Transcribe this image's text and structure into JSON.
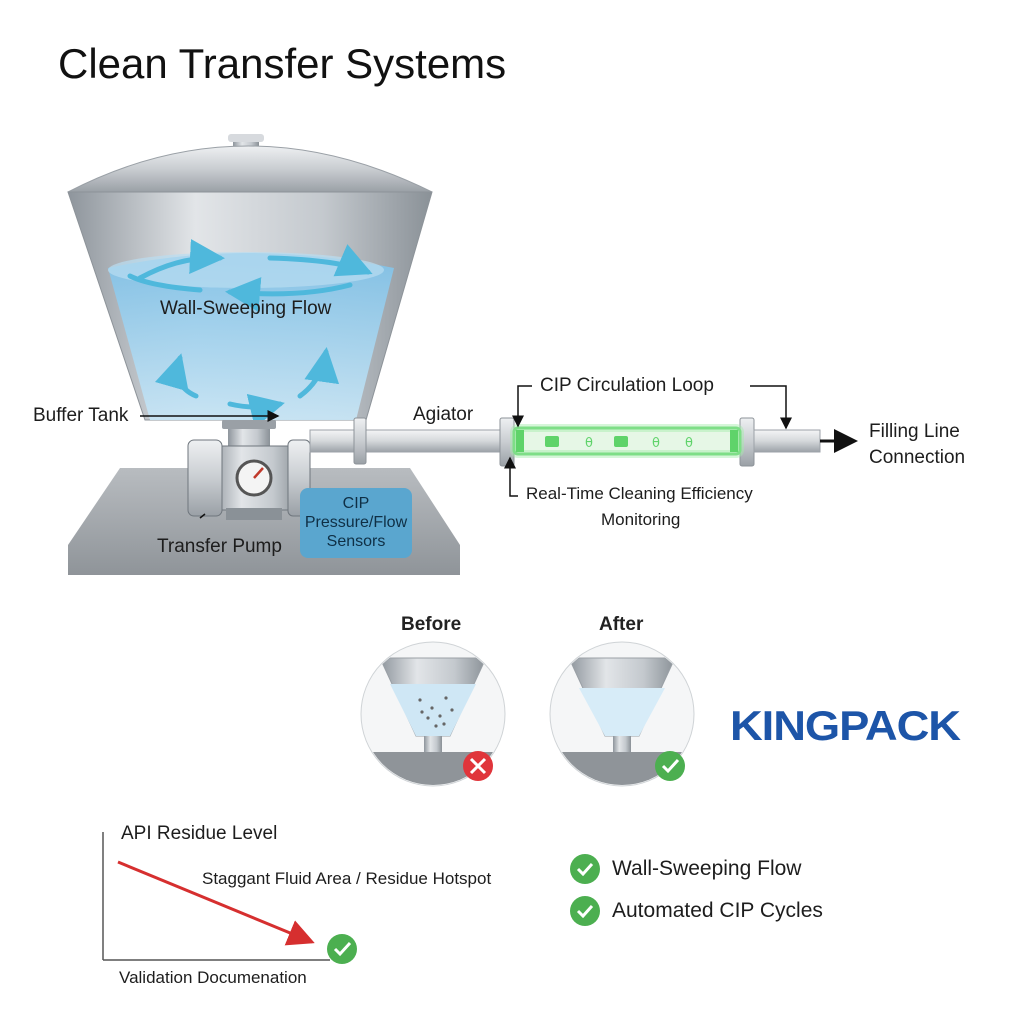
{
  "title": "Clean Transfer Systems",
  "labels": {
    "wall_sweeping_flow": "Wall-Sweeping Flow",
    "buffer_tank": "Buffer Tank",
    "agitator": "Agiator",
    "cip_loop": "CIP Circulation Loop",
    "filling_line_1": "Filling Line",
    "filling_line_2": "Connection",
    "monitoring_1": "Real-Time Cleaning Efficiency",
    "monitoring_2": "Monitoring",
    "transfer_pump": "Transfer Pump",
    "sensors_1": "CIP",
    "sensors_2": "Pressure/Flow",
    "sensors_3": "Sensors"
  },
  "comparison": {
    "before": "Before",
    "after": "After"
  },
  "brand": "KINGPACK",
  "residue_chart": {
    "ylabel": "API Residue Level",
    "annotation": "Staggant Fluid Area / Residue Hotspot",
    "xlabel": "Validation Documenation"
  },
  "benefits": [
    "Wall-Sweeping Flow",
    "Automated CIP Cycles"
  ],
  "colors": {
    "steel": "#b9bec3",
    "liquid": "#a9d2ec",
    "flow_arrow": "#4fb8dc",
    "green_loop": "#5fd36a",
    "brand_blue": "#1d55a8",
    "red_line": "#d62f2f",
    "check_green": "#4caf50",
    "x_red": "#e0353b"
  }
}
